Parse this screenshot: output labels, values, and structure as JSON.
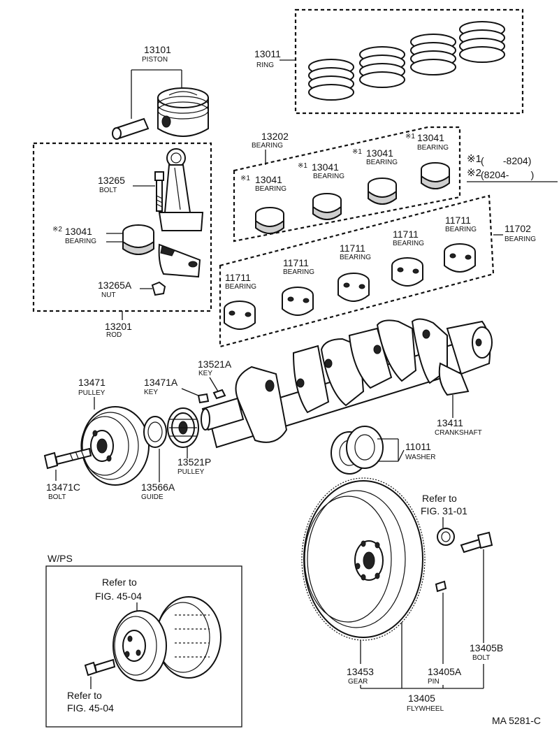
{
  "diagram_id": "MA 5281-C",
  "legend": {
    "mark1": "※1",
    "mark1_range": "(       -8204)",
    "mark2": "※2",
    "mark2_range": "(8204-        )"
  },
  "parts": {
    "ring": {
      "number": "13011",
      "name": "RING"
    },
    "piston": {
      "number": "13101",
      "name": "PISTON"
    },
    "bearing_set_upper": {
      "number": "13202",
      "name": "BEARING"
    },
    "conrod_bearing": {
      "number": "13041",
      "name": "BEARING",
      "mark1": "※1",
      "mark2": "※2"
    },
    "rod_bolt": {
      "number": "13265",
      "name": "BOLT"
    },
    "rod_nut": {
      "number": "13265A",
      "name": "NUT"
    },
    "rod": {
      "number": "13201",
      "name": "ROD"
    },
    "main_bearing": {
      "number": "11711",
      "name": "BEARING"
    },
    "main_bearing_set": {
      "number": "11702",
      "name": "BEARING"
    },
    "crank_key": {
      "number": "13521A",
      "name": "KEY"
    },
    "pulley": {
      "number": "13471",
      "name": "PULLEY"
    },
    "pulley_key": {
      "number": "13471A",
      "name": "KEY"
    },
    "crankshaft": {
      "number": "13411",
      "name": "CRANKSHAFT"
    },
    "thrust_washer": {
      "number": "11011",
      "name": "WASHER"
    },
    "timing_pulley": {
      "number": "13521P",
      "name": "PULLEY"
    },
    "pulley_bolt": {
      "number": "13471C",
      "name": "BOLT"
    },
    "guide": {
      "number": "13566A",
      "name": "GUIDE"
    },
    "flywheel_bolt": {
      "number": "13405B",
      "name": "BOLT"
    },
    "ring_gear": {
      "number": "13453",
      "name": "GEAR"
    },
    "flywheel_pin": {
      "number": "13405A",
      "name": "PIN"
    },
    "flywheel": {
      "number": "13405",
      "name": "FLYWHEEL"
    }
  },
  "references": {
    "fig_31": {
      "line1": "Refer to",
      "line2": "FIG. 31-01"
    },
    "fig_45_top": {
      "line1": "Refer to",
      "line2": "FIG. 45-04"
    },
    "fig_45_bottom": {
      "line1": "Refer to",
      "line2": "FIG. 45-04"
    }
  },
  "wps_box": {
    "title": "W/PS"
  }
}
